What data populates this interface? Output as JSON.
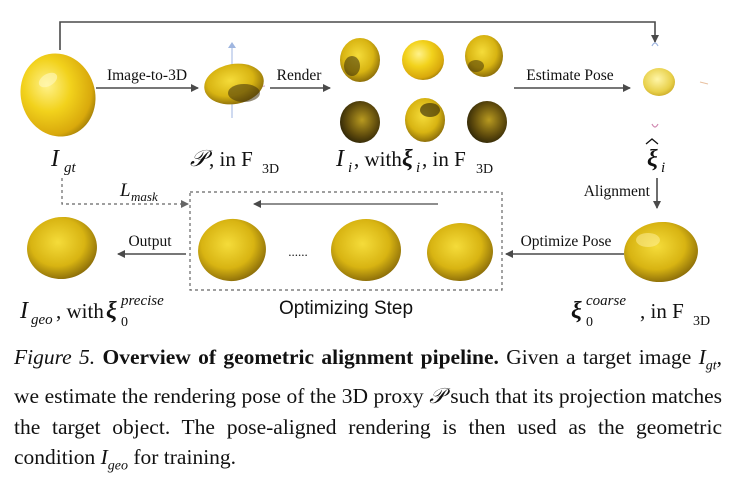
{
  "labels": {
    "edge_image_to_3d": "Image-to-3D",
    "edge_render": "Render",
    "edge_estimate_pose": "Estimate Pose",
    "edge_alignment": "Alignment",
    "edge_optimize_pose": "Optimize Pose",
    "edge_output": "Output",
    "ellipsis": "......",
    "optimizing_step": "Optimizing Step"
  },
  "math": {
    "I": "I",
    "gt": "gt",
    "P": "𝒫",
    "in_F": ", in F",
    "F_sub": "3D",
    "comma_with": ", with ",
    "xi": "ξ",
    "i": "i",
    "L": "L",
    "mask": "mask",
    "zero": "0",
    "coarse": "coarse",
    "geo": "geo",
    "precise": "precise"
  },
  "caption": {
    "fig_label": "Figure 5.",
    "title": "Overview of geometric alignment pipeline.",
    "part1": " Given a target image ",
    "I": "I",
    "gt": "gt",
    "part2": ", we estimate the rendering pose of the 3D proxy ",
    "P": "𝒫",
    "part3": " such that its projection matches the target object. The pose-aligned rendering is then used as the geometric condition ",
    "geo": "geo",
    "part4": " for training."
  },
  "colors": {
    "lemon_bright": "#f2d21c",
    "lemon_mid": "#d9b00e",
    "lemon_dark": "#8a6a08",
    "stroke": "#4a4a4a",
    "dashed": "#666666"
  }
}
